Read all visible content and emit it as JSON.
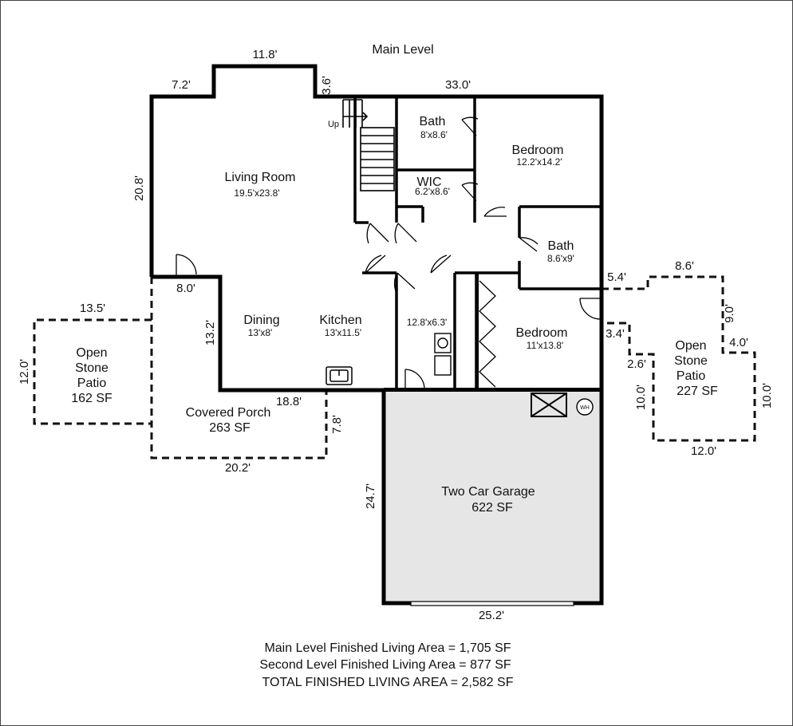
{
  "title": "Main Level",
  "rooms": {
    "living": {
      "name": "Living Room",
      "size": "19.5'x23.8'"
    },
    "bath1": {
      "name": "Bath",
      "size": "8'x8.6'"
    },
    "bedroom1": {
      "name": "Bedroom",
      "size": "12.2'x14.2'"
    },
    "wic": {
      "name": "WIC",
      "size": "6.2'x8.6'"
    },
    "bath2": {
      "name": "Bath",
      "size": "8.6'x9'"
    },
    "dining": {
      "name": "Dining",
      "size": "13'x8'"
    },
    "kitchen": {
      "name": "Kitchen",
      "size": "13'x11.5'"
    },
    "laundry": {
      "size": "12.8'x6.3'"
    },
    "bedroom2": {
      "name": "Bedroom",
      "size": "11'x13.8'"
    }
  },
  "stairs_label": "Up",
  "water_heater_label": "WH",
  "garage": {
    "name": "Two Car Garage",
    "area": "622 SF"
  },
  "porch": {
    "name": "Covered Porch",
    "area": "263 SF"
  },
  "patio_left": {
    "line1": "Open",
    "line2": "Stone",
    "line3": "Patio",
    "area": "162 SF"
  },
  "patio_right": {
    "line1": "Open",
    "line2": "Stone",
    "line3": "Patio",
    "area": "227 SF"
  },
  "dimensions": {
    "top_left": "7.2'",
    "top_bump": "11.8'",
    "bump_side": "3.6'",
    "top_right": "33.0'",
    "left_side": "20.8'",
    "step": "8.0'",
    "dining_side": "13.2'",
    "porch_top": "18.8'",
    "porch_side": "7.8'",
    "porch_bottom": "20.2'",
    "patio_left_top": "13.5'",
    "patio_left_side": "12.0'",
    "garage_side": "24.7'",
    "garage_bottom": "25.2'",
    "pr_a": "5.4'",
    "pr_b": "8.6'",
    "pr_c": "9.0'",
    "pr_d": "4.0'",
    "pr_e": "3.4'",
    "pr_f": "2.6'",
    "pr_g": "10.0'",
    "pr_h": "10.0'",
    "pr_i": "12.0'"
  },
  "summary": {
    "main": "Main Level Finished Living Area = 1,705 SF",
    "second": "Second Level Finished Living Area = 877 SF",
    "total": "TOTAL FINISHED LIVING AREA = 2,582 SF"
  }
}
